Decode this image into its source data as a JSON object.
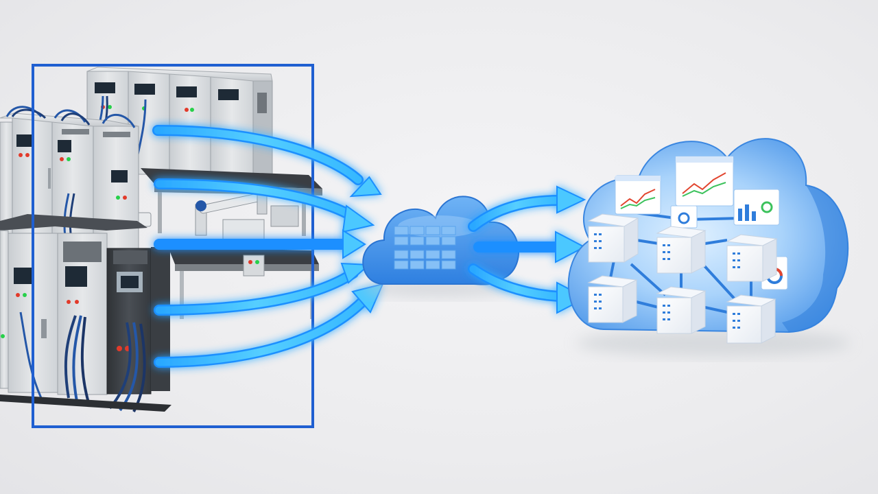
{
  "colors": {
    "background": "#ececee",
    "selection_frame": "#1f5fd1",
    "arrow_fill": "#45c3ff",
    "arrow_stroke": "#1a8fff",
    "cloud_main": "#3f8ee8",
    "cloud_light": "#8fc2f5",
    "cabinet_light": "#dcdfe2",
    "cabinet_dark": "#3e4247",
    "led_green": "#27d04a",
    "led_red": "#e23a2a",
    "chart_red": "#e2452f",
    "chart_green": "#3cc25c",
    "cable_blue": "#2457a8"
  },
  "icons": {
    "small_cloud": "database-cloud-icon",
    "big_cloud": "server-cloud-icon",
    "server": "server-cube-icon",
    "dashboard": "line-chart-panel-icon"
  },
  "diagram": {
    "input_arrow_count": 5,
    "output_arrow_count": 3,
    "server_node_count": 6,
    "dashboard_panel_count": 4
  }
}
